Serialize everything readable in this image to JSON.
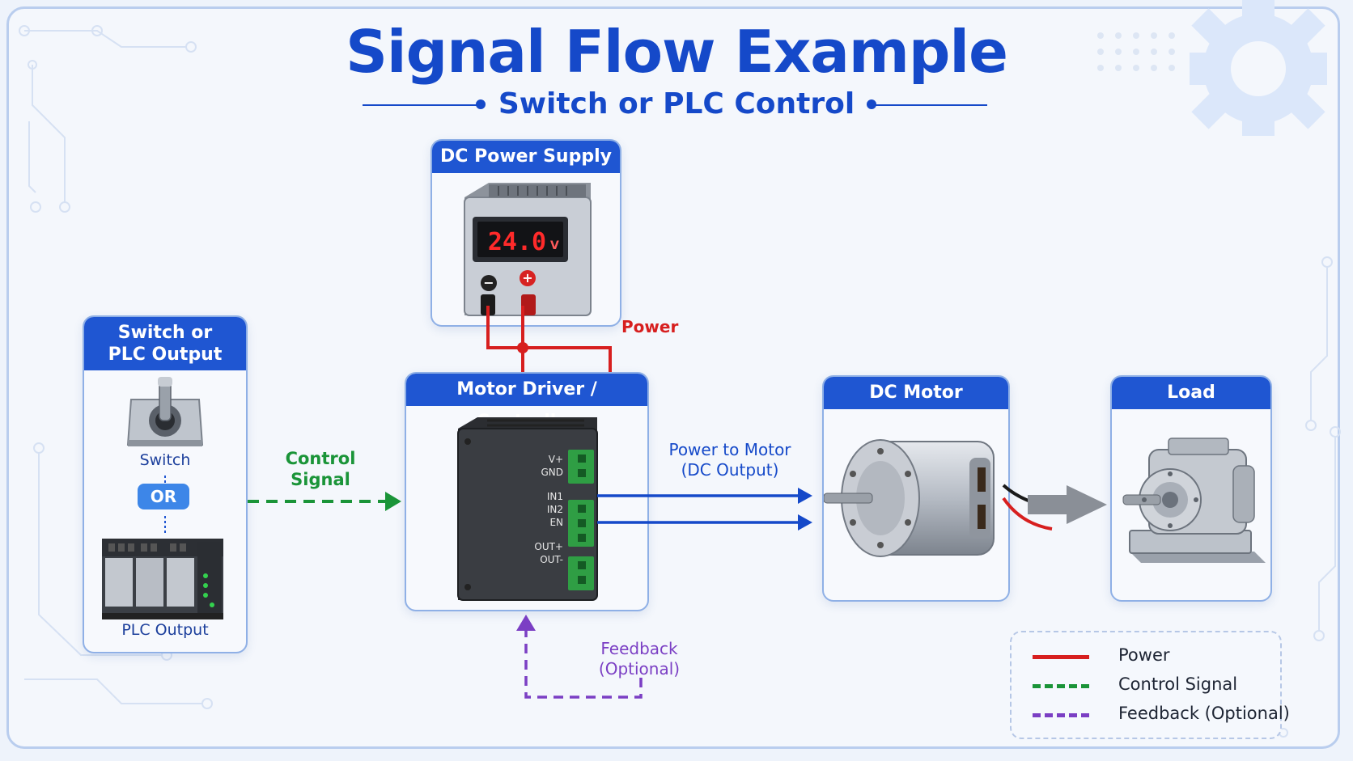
{
  "title": "Signal Flow Example",
  "subtitle": "Switch or PLC Control",
  "colors": {
    "power": "#d71f1f",
    "control": "#1a9438",
    "feedback": "#7b3fc4",
    "output": "#1549c9",
    "header": "#1f56d2"
  },
  "cards": {
    "power_supply": {
      "title": "DC Power Supply",
      "display": "24.0",
      "unit": "V"
    },
    "input": {
      "title_line1": "Switch or",
      "title_line2": "PLC Output",
      "switch_label": "Switch",
      "or_label": "OR",
      "plc_label": "PLC Output"
    },
    "driver": {
      "title": "Motor Driver / Controller",
      "pins": [
        "V+",
        "GND",
        "IN1",
        "IN2",
        "EN",
        "OUT+",
        "OUT-"
      ]
    },
    "motor": {
      "title": "DC Motor"
    },
    "load": {
      "title": "Load"
    }
  },
  "labels": {
    "power": "Power",
    "control_line1": "Control",
    "control_line2": "Signal",
    "output_line1": "Power to Motor",
    "output_line2": "(DC Output)",
    "feedback_line1": "Feedback",
    "feedback_line2": "(Optional)"
  },
  "legend": [
    {
      "label": "Power",
      "style": "solid",
      "color": "#d71f1f"
    },
    {
      "label": "Control Signal",
      "style": "dashed",
      "color": "#1a9438"
    },
    {
      "label": "Feedback (Optional)",
      "style": "dashed",
      "color": "#7b3fc4"
    }
  ],
  "icons": [
    "gear-icon",
    "circuit-trace-decoration",
    "toggle-switch-icon",
    "plc-module-icon",
    "power-supply-icon",
    "motor-driver-icon",
    "dc-motor-icon",
    "gearbox-load-icon"
  ]
}
